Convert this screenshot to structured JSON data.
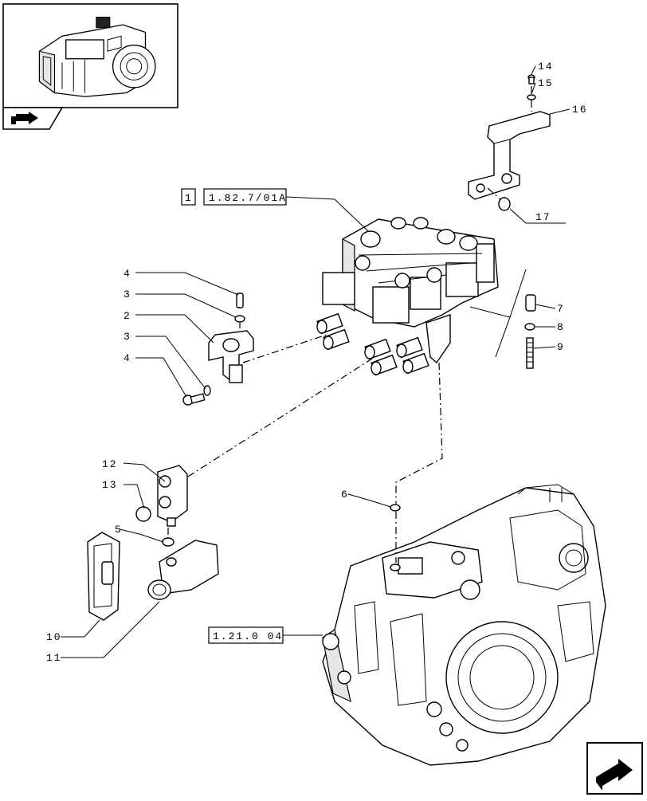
{
  "diagram": {
    "callouts": {
      "c1": "1",
      "c2": "2",
      "c3a": "3",
      "c3b": "3",
      "c4a": "4",
      "c4b": "4",
      "c5": "5",
      "c6": "6",
      "c7": "7",
      "c8": "8",
      "c9": "9",
      "c10": "10",
      "c11": "11",
      "c12": "12",
      "c13": "13",
      "c14": "14",
      "c15": "15",
      "c16": "16",
      "c17": "17"
    },
    "references": {
      "valve_ref_num": "1",
      "valve_ref_code": "1.82.7/01A",
      "housing_ref": "1.21.0  04"
    },
    "icons": [
      "thumbnail-overview",
      "book-page-icon",
      "navigate-next-icon"
    ]
  }
}
